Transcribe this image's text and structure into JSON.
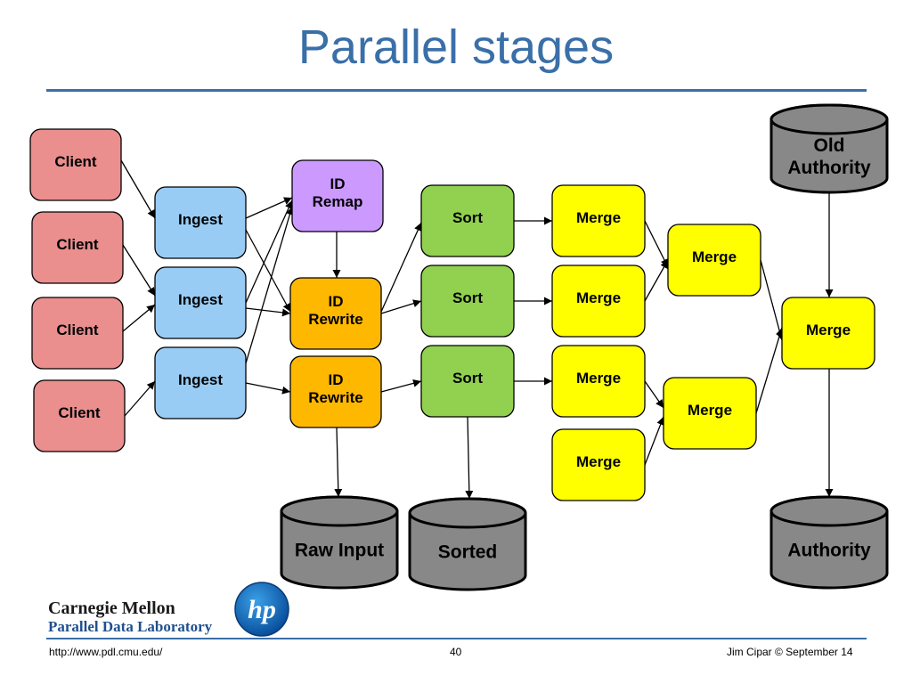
{
  "title": "Parallel stages",
  "nodes": {
    "client1": {
      "label": [
        "Client"
      ],
      "color": "#ea8e8e"
    },
    "client2": {
      "label": [
        "Client"
      ],
      "color": "#ea8e8e"
    },
    "client3": {
      "label": [
        "Client"
      ],
      "color": "#ea8e8e"
    },
    "client4": {
      "label": [
        "Client"
      ],
      "color": "#ea8e8e"
    },
    "ingest1": {
      "label": [
        "Ingest"
      ],
      "color": "#99ccf5"
    },
    "ingest2": {
      "label": [
        "Ingest"
      ],
      "color": "#99ccf5"
    },
    "ingest3": {
      "label": [
        "Ingest"
      ],
      "color": "#99ccf5"
    },
    "idremap": {
      "label": [
        "ID",
        "Remap"
      ],
      "color": "#cc99ff"
    },
    "idrewrite1": {
      "label": [
        "ID",
        "Rewrite"
      ],
      "color": "#ffb800"
    },
    "idrewrite2": {
      "label": [
        "ID",
        "Rewrite"
      ],
      "color": "#ffb800"
    },
    "sort1": {
      "label": [
        "Sort"
      ],
      "color": "#92d050"
    },
    "sort2": {
      "label": [
        "Sort"
      ],
      "color": "#92d050"
    },
    "sort3": {
      "label": [
        "Sort"
      ],
      "color": "#92d050"
    },
    "merge1": {
      "label": [
        "Merge"
      ],
      "color": "#ffff00"
    },
    "merge2": {
      "label": [
        "Merge"
      ],
      "color": "#ffff00"
    },
    "merge3": {
      "label": [
        "Merge"
      ],
      "color": "#ffff00"
    },
    "merge4": {
      "label": [
        "Merge"
      ],
      "color": "#ffff00"
    },
    "merge5": {
      "label": [
        "Merge"
      ],
      "color": "#ffff00"
    },
    "merge6": {
      "label": [
        "Merge"
      ],
      "color": "#ffff00"
    },
    "merge7": {
      "label": [
        "Merge"
      ],
      "color": "#ffff00"
    }
  },
  "stores": {
    "oldauthority": {
      "label": [
        "Old",
        "Authority"
      ],
      "color": "#888888"
    },
    "rawinput": {
      "label": [
        "Raw Input"
      ],
      "color": "#888888"
    },
    "sorted": {
      "label": [
        "Sorted"
      ],
      "color": "#888888"
    },
    "authority": {
      "label": [
        "Authority"
      ],
      "color": "#888888"
    }
  },
  "edges": [
    [
      "client1",
      "ingest1"
    ],
    [
      "client2",
      "ingest2"
    ],
    [
      "client3",
      "ingest2"
    ],
    [
      "client4",
      "ingest3"
    ],
    [
      "ingest1",
      "idremap"
    ],
    [
      "ingest2",
      "idremap"
    ],
    [
      "ingest3",
      "idremap"
    ],
    [
      "ingest1",
      "idrewrite1"
    ],
    [
      "ingest2",
      "idrewrite1"
    ],
    [
      "ingest3",
      "idrewrite2"
    ],
    [
      "idremap",
      "idrewrite1"
    ],
    [
      "idrewrite1",
      "sort1"
    ],
    [
      "idrewrite1",
      "sort2"
    ],
    [
      "idrewrite2",
      "sort3"
    ],
    [
      "sort1",
      "merge1"
    ],
    [
      "sort2",
      "merge2"
    ],
    [
      "sort3",
      "merge3"
    ],
    [
      "merge1",
      "merge5"
    ],
    [
      "merge2",
      "merge5"
    ],
    [
      "merge3",
      "merge6"
    ],
    [
      "merge4",
      "merge6"
    ],
    [
      "merge5",
      "merge7"
    ],
    [
      "merge6",
      "merge7"
    ],
    [
      "oldauthority",
      "merge7"
    ],
    [
      "merge7",
      "authority"
    ],
    [
      "idrewrite2",
      "rawinput"
    ],
    [
      "sort3",
      "sorted"
    ]
  ],
  "logos": {
    "cmu_line1": "Carnegie Mellon",
    "cmu_line2": "Parallel Data Laboratory",
    "hp_text": "hp"
  },
  "footer": {
    "url": "http://www.pdl.cmu.edu/",
    "page": "40",
    "author": "Jim Cipar  © September 14"
  }
}
